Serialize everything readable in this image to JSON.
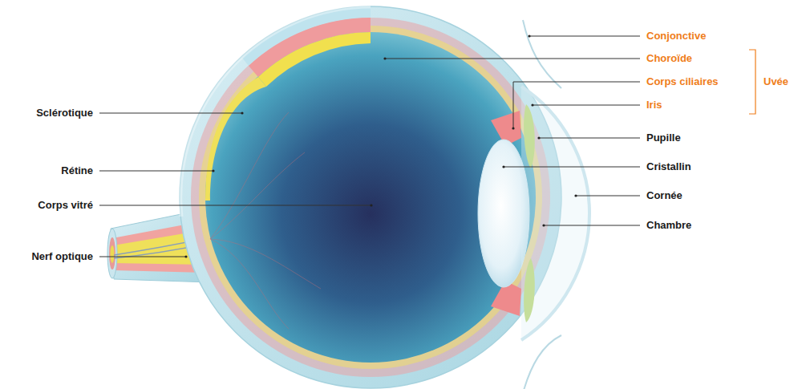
{
  "diagram": {
    "labels": [
      "Conjonctive",
      "Choroïde",
      "Corps ciliaires",
      "Uvée",
      "Iris",
      "Pupille",
      "Cristallin",
      "Cornée",
      "Chambre",
      "Sclérotique",
      "Rétine",
      "Corps vitré",
      "Nerf optique"
    ]
  }
}
